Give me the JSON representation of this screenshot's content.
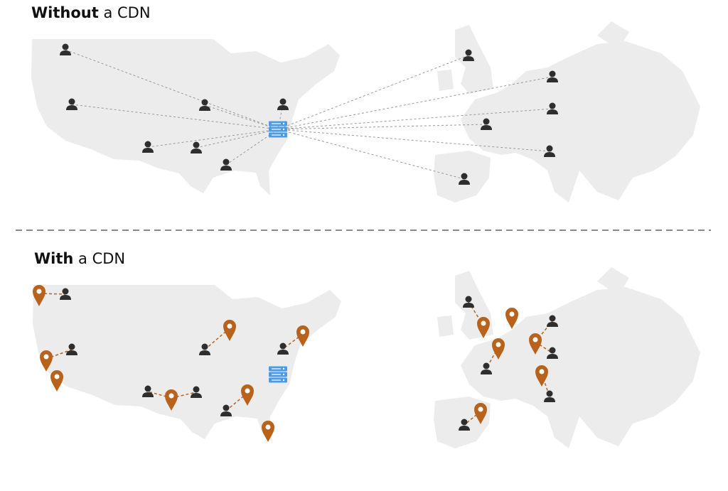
{
  "sections": [
    {
      "title_bold": "Without",
      "title_rest": " a CDN"
    },
    {
      "title_bold": "With",
      "title_rest": " a CDN"
    }
  ],
  "colors": {
    "map": "#ececec",
    "user": "#2e2e2e",
    "server": "#4a9be8",
    "pin": "#b8621b",
    "line": "#999999",
    "divider": "#8a8a8a"
  }
}
